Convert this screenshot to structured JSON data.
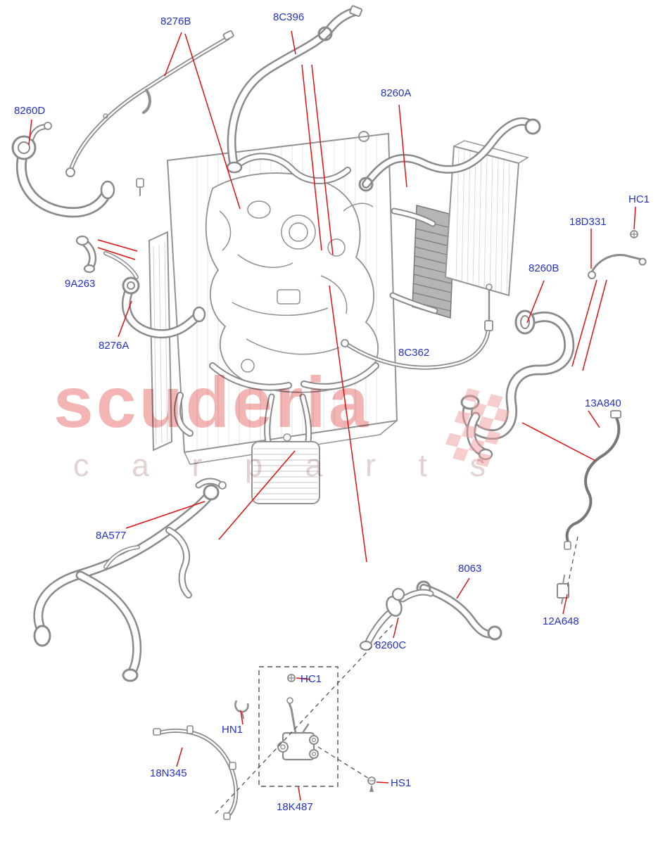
{
  "watermark": {
    "brand": "scuderia",
    "sub_left": "c a r",
    "sub_right": "p a r t s"
  },
  "colors": {
    "label_blue": "#2331c8",
    "leader_red": "#e01010",
    "line_art_gray": "#8a8a8a",
    "watermark_pink": "#e86a6a"
  },
  "labels": [
    {
      "text": "8276B"
    },
    {
      "text": "8C396"
    },
    {
      "text": "8260A"
    },
    {
      "text": "8260D"
    },
    {
      "text": "HC1"
    },
    {
      "text": "18D331"
    },
    {
      "text": "8260B"
    },
    {
      "text": "9A263"
    },
    {
      "text": "8276A"
    },
    {
      "text": "8C362"
    },
    {
      "text": "13A840"
    },
    {
      "text": "8A577"
    },
    {
      "text": "8063"
    },
    {
      "text": "8260C"
    },
    {
      "text": "12A648"
    },
    {
      "text": "HC1"
    },
    {
      "text": "HN1"
    },
    {
      "text": "18N345"
    },
    {
      "text": "18K487"
    },
    {
      "text": "HS1"
    }
  ]
}
